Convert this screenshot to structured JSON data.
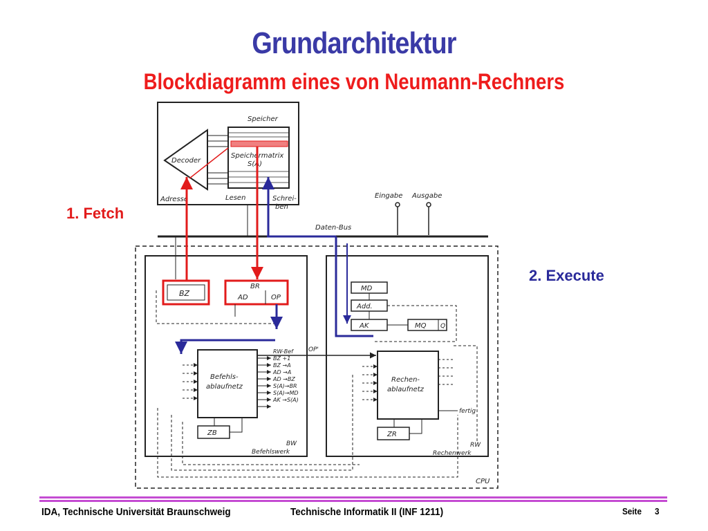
{
  "header": {
    "title": "Grundarchitektur",
    "subtitle": "Blockdiagramm eines von Neumann-Rechners"
  },
  "phases": {
    "fetch": "1. Fetch",
    "execute": "2. Execute"
  },
  "diagram": {
    "memory": {
      "title": "Speicher",
      "decoder": "Decoder",
      "matrix_line1": "Speichermatrix",
      "matrix_line2": "S(A)",
      "adresse": "Adresse",
      "lesen": "Lesen",
      "schreiben_line1": "Schrei-",
      "schreiben_line2": "ben"
    },
    "io": {
      "eingabe": "Eingabe",
      "ausgabe": "Ausgabe"
    },
    "bus": "Daten-Bus",
    "registers": {
      "bz": "BZ",
      "br": "BR",
      "ad": "AD",
      "op": "OP",
      "md": "MD",
      "add": "Add.",
      "ak": "AK",
      "mq": "MQ",
      "q": "Q"
    },
    "control": {
      "befehlsablaufnetz_line1": "Befehls-",
      "befehlsablaufnetz_line2": "ablaufnetz",
      "zb": "ZB",
      "bw_line1": "BW",
      "bw_line2": "Befehlswerk",
      "rw_bef": "RW-Bef",
      "op_prime": "OP'",
      "signals": [
        "BZ +1",
        "BZ →A",
        "AD →A",
        "AD →BZ",
        "S(A)→BR",
        "S(A)→MD",
        "AK →S(A)"
      ]
    },
    "alu": {
      "rechenablaufnetz_line1": "Rechen-",
      "rechenablaufnetz_line2": "ablaufnetz",
      "zr": "ZR",
      "fertig": "fertig",
      "rw_line1": "RW",
      "rw_line2": "Rechenwerk"
    },
    "cpu": "CPU"
  },
  "footer": {
    "institution": "IDA, Technische Universität Braunschweig",
    "course": "Technische Informatik II (INF 1211)",
    "page_label": "Seite",
    "page_number": "3"
  },
  "colors": {
    "title": "#3a3aa6",
    "subtitle": "#ee1c1c",
    "fetch": "#e21b1b",
    "execute": "#2a2a9a",
    "footer_line": "#c44bd2"
  }
}
